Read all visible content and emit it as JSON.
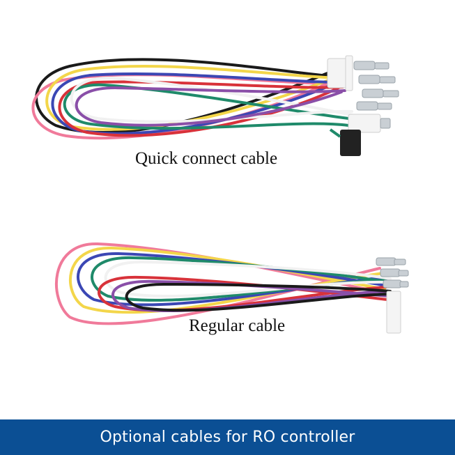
{
  "captions": {
    "quick_connect": "Quick connect cable",
    "regular": "Regular cable"
  },
  "banner": {
    "text": "Optional cables for RO controller",
    "background": "#0b4f94",
    "text_color": "#ffffff"
  },
  "wire_colors": [
    "#1a1a1a",
    "#f07a9a",
    "#f3d64a",
    "#3b47b4",
    "#1f8a6a",
    "#d8323a",
    "#f1f1f1",
    "#8a4fa8"
  ],
  "connector_color": "#f4f4f4",
  "terminal_color": "#c9cfd4",
  "plug_color": "#222222"
}
